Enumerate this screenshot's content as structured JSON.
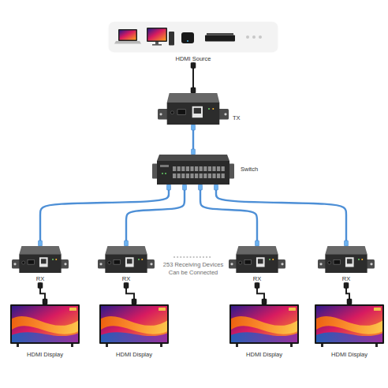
{
  "diagram": {
    "nodes": [
      {
        "text": [
          "HDMI Source"
        ]
      },
      {
        "text": [
          "TX"
        ]
      },
      {
        "text": [
          "Switch"
        ]
      },
      {
        "text": [
          "RX"
        ]
      },
      {
        "text": [
          "RX"
        ]
      },
      {
        "text": [
          "RX"
        ]
      },
      {
        "text": [
          "RX"
        ]
      },
      {
        "text": [
          "HDMI Display"
        ]
      },
      {
        "text": [
          "HDMI Display"
        ]
      },
      {
        "text": [
          "HDMI Display"
        ]
      },
      {
        "text": [
          "HDMI Display"
        ]
      }
    ],
    "edges": [
      {
        "from": 0,
        "to": 1,
        "arrow": "none"
      },
      {
        "from": 1,
        "to": 2,
        "arrow": "none"
      },
      {
        "from": 2,
        "to": 3,
        "arrow": "none"
      },
      {
        "from": 2,
        "to": 4,
        "arrow": "none"
      },
      {
        "from": 2,
        "to": 5,
        "arrow": "none"
      },
      {
        "from": 2,
        "to": 6,
        "arrow": "none"
      },
      {
        "from": 3,
        "to": 7,
        "arrow": "none"
      },
      {
        "from": 4,
        "to": 8,
        "arrow": "none"
      },
      {
        "from": 5,
        "to": 9,
        "arrow": "none"
      },
      {
        "from": 6,
        "to": 10,
        "arrow": "none"
      }
    ],
    "labels": [
      "253 Receiving Devices Can be Connected"
    ]
  }
}
